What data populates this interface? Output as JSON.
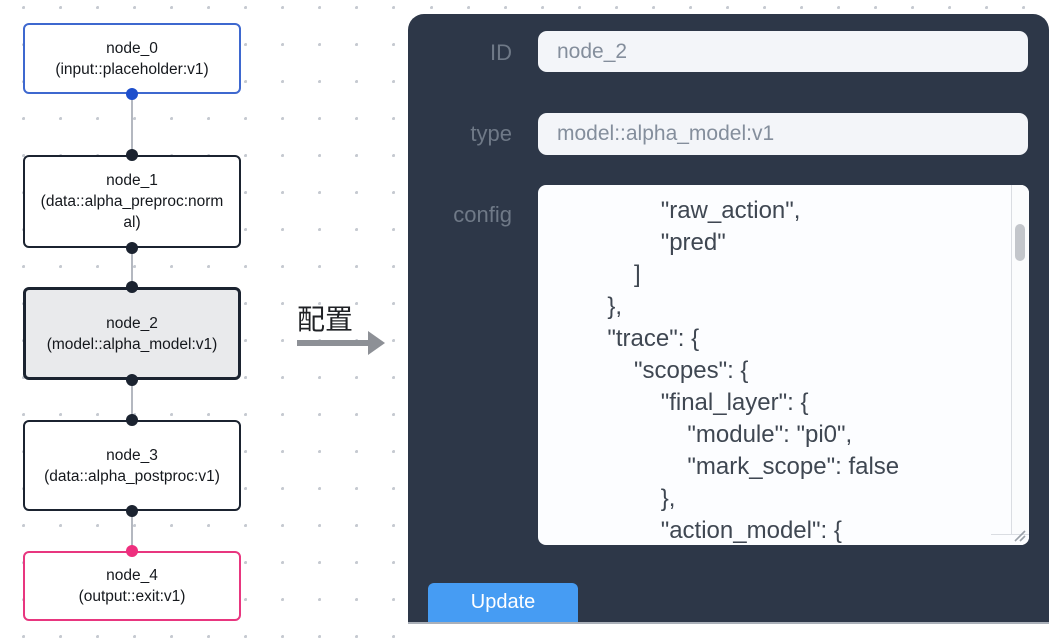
{
  "canvas": {
    "nodes": [
      {
        "name": "node_0",
        "type": "(input::placeholder:v1)",
        "state": "normal",
        "border_color": "#3e68cf"
      },
      {
        "name": "node_1",
        "type": "(data::alpha_preproc:normal)",
        "state": "normal",
        "border_color": "#1b2330"
      },
      {
        "name": "node_2",
        "type": "(model::alpha_model:v1)",
        "state": "selected",
        "border_color": "#1b2330"
      },
      {
        "name": "node_3",
        "type": "(data::alpha_postproc:v1)",
        "state": "normal",
        "border_color": "#1b2330"
      },
      {
        "name": "node_4",
        "type": "(output::exit:v1)",
        "state": "normal",
        "border_color": "#e8367f"
      }
    ]
  },
  "transition": {
    "label": "配置"
  },
  "panel": {
    "fields": [
      {
        "label": "ID",
        "value": "node_2"
      },
      {
        "label": "type",
        "value": "model::alpha_model:v1"
      }
    ],
    "config_label": "config",
    "config_text": "                \"raw_action\",\n                \"pred\"\n            ]\n        },\n        \"trace\": {\n            \"scopes\": {\n                \"final_layer\": {\n                    \"module\": \"pi0\",\n                    \"mark_scope\": false\n                },\n                \"action_model\": {",
    "update_label": "Update"
  },
  "colors": {
    "panel_bg": "#2d3748",
    "button_blue": "#469cf3",
    "node_input_border": "#3e68cf",
    "node_output_border": "#e8367f",
    "node_default_border": "#1b2330",
    "selected_node_fill": "#e9eaec",
    "handle_blue": "#1d4ecc",
    "handle_pink": "#ee2f7e",
    "edge_gray": "#b4b8c0"
  }
}
